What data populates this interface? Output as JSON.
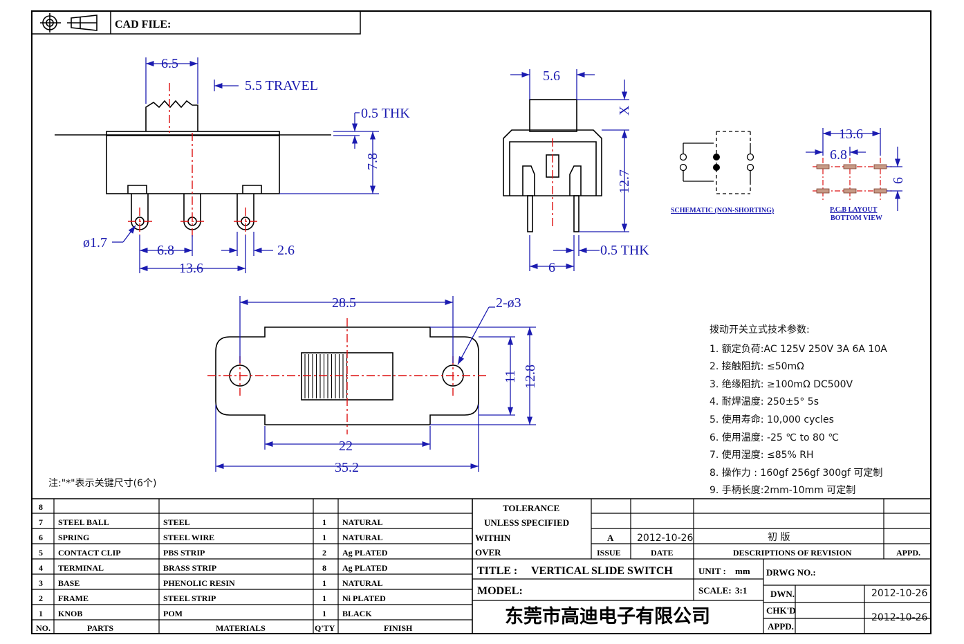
{
  "header": {
    "cad_file_label": "CAD FILE:"
  },
  "side_view": {
    "knob_width": "6.5",
    "travel": "5.5  TRAVEL",
    "thk": "0.5  THK",
    "height": "7.8",
    "hole_dia": "ø1.7",
    "pitch": "6.8",
    "span": "13.6",
    "pin_width": "2.6"
  },
  "end_view": {
    "width": "5.6",
    "x_label": "X",
    "height": "12.7",
    "thk": "0.5  THK",
    "pin_pitch": "6"
  },
  "schematic": {
    "label": "SCHEMATIC (NON-SHORTING)"
  },
  "pcb": {
    "span": "13.6",
    "pitch": "6.8",
    "row_gap": "6",
    "label1": "P.C.B LAYOUT",
    "label2": "BOTTOM  VIEW"
  },
  "top_view": {
    "hole_span": "28.5",
    "hole_callout": "2-ø3",
    "inner_height": "11",
    "outer_height": "12.8",
    "body_length": "22",
    "total_length": "35.2"
  },
  "note": "注:\"*\"表示关键尺寸(6个)",
  "specs": {
    "title": "拨动开关立式技术参数:",
    "items": [
      "1.  额定负荷:AC 125V 250V    3A    6A    10A",
      "2.  接触阻抗:  ≤50mΩ",
      "3.  绝缘阻抗:  ≥100mΩ   DC500V",
      "4.  耐焊温度: 250±5°  5s",
      "5.  使用寿命: 10,000 cycles",
      "6.  使用温度: -25  ℃   to 80  ℃",
      "7.  使用湿度:  ≤85% RH",
      "8.  操作力 : 160gf    256gf    300gf  可定制",
      "9.  手柄长度:2mm-10mm   可定制"
    ]
  },
  "bom": {
    "rows": [
      {
        "no": "8",
        "part": "",
        "material": "",
        "qty": "",
        "finish": ""
      },
      {
        "no": "7",
        "part": "STEEL BALL",
        "material": "STEEL",
        "qty": "1",
        "finish": "NATURAL"
      },
      {
        "no": "6",
        "part": "SPRING",
        "material": "STEEL WIRE",
        "qty": "1",
        "finish": "NATURAL"
      },
      {
        "no": "5",
        "part": "CONTACT CLIP",
        "material": "PBS STRIP",
        "qty": "2",
        "finish": "Ag PLATED"
      },
      {
        "no": "4",
        "part": "TERMINAL",
        "material": "BRASS STRIP",
        "qty": "8",
        "finish": "Ag PLATED"
      },
      {
        "no": "3",
        "part": "BASE",
        "material": "PHENOLIC RESIN",
        "qty": "1",
        "finish": "NATURAL"
      },
      {
        "no": "2",
        "part": "FRAME",
        "material": "STEEL STRIP",
        "qty": "1",
        "finish": "Ni PLATED"
      },
      {
        "no": "1",
        "part": "KNOB",
        "material": "POM",
        "qty": "1",
        "finish": "BLACK"
      }
    ],
    "headers": {
      "no": "NO.",
      "part": "PARTS",
      "material": "MATERIALS",
      "qty": "Q'TY",
      "finish": "FINISH"
    }
  },
  "title_block": {
    "tolerance": "TOLERANCE",
    "unless": "UNLESS   SPECIFIED",
    "within": "WITHIN",
    "over": "OVER",
    "issue_val": "A",
    "issue_date": "2012-10-26",
    "revision_desc": "初   版",
    "issue_label": "ISSUE",
    "date_label": "DATE",
    "desc_label": "DESCRIPTIONS  OF  REVISION",
    "appd_label": "APPD.",
    "title_label": "TITLE :",
    "title_value": "VERTICAL  SLIDE  SWITCH",
    "unit_label": "UNIT :",
    "unit_value": "mm",
    "dwg_label": "DRWG  NO.:",
    "model_label": "MODEL:",
    "scale_label": "SCALE:",
    "scale_value": "3:1",
    "dwn_label": "DWN.",
    "dwn_date": "2012-10-26",
    "chkd_label": "CHK'D",
    "chkd_date": "2012-10-26",
    "appd2_label": "APPD.",
    "company": "东莞市高迪电子有限公司"
  }
}
